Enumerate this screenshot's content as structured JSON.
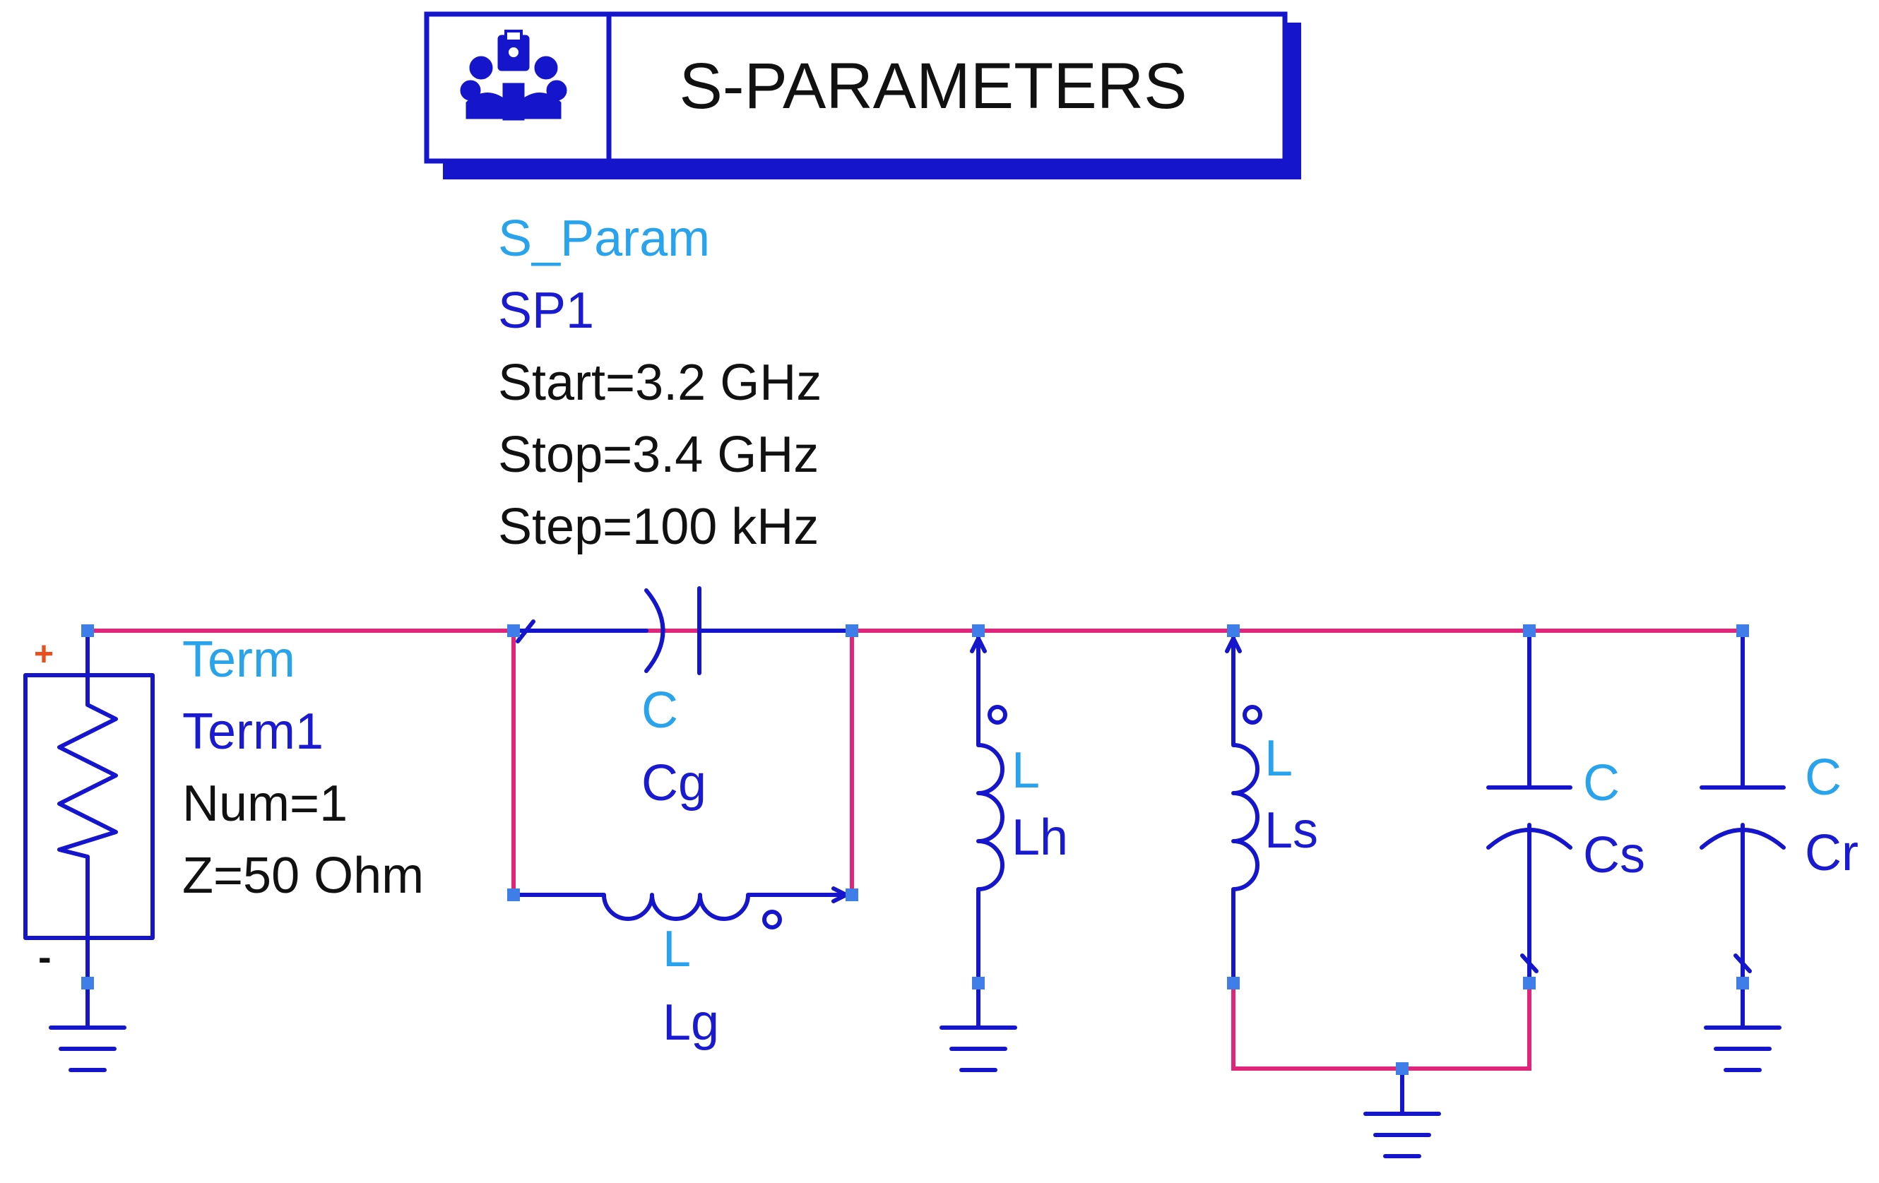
{
  "header": {
    "title": "S-PARAMETERS"
  },
  "simulation": {
    "type": "S_Param",
    "instance": "SP1",
    "start": "Start=3.2 GHz",
    "stop": "Stop=3.4 GHz",
    "step": "Step=100 kHz"
  },
  "components": {
    "term": {
      "type": "Term",
      "name": "Term1",
      "num": "Num=1",
      "z": "Z=50 Ohm",
      "plus": "+",
      "minus": "-"
    },
    "cg": {
      "type": "C",
      "name": "Cg"
    },
    "lg": {
      "type": "L",
      "name": "Lg"
    },
    "lh": {
      "type": "L",
      "name": "Lh"
    },
    "ls": {
      "type": "L",
      "name": "Ls"
    },
    "cs": {
      "type": "C",
      "name": "Cs"
    },
    "cr": {
      "type": "C",
      "name": "Cr"
    }
  },
  "colors": {
    "wire": "#e0267a",
    "component": "#1515cc",
    "type_label": "#29a3ec",
    "name_label": "#1a1ad0",
    "pin": "#3f7ee8",
    "plus_sign": "#e8501c"
  },
  "icons": {
    "sp_controller_icon": "gear-cluster-icon"
  }
}
